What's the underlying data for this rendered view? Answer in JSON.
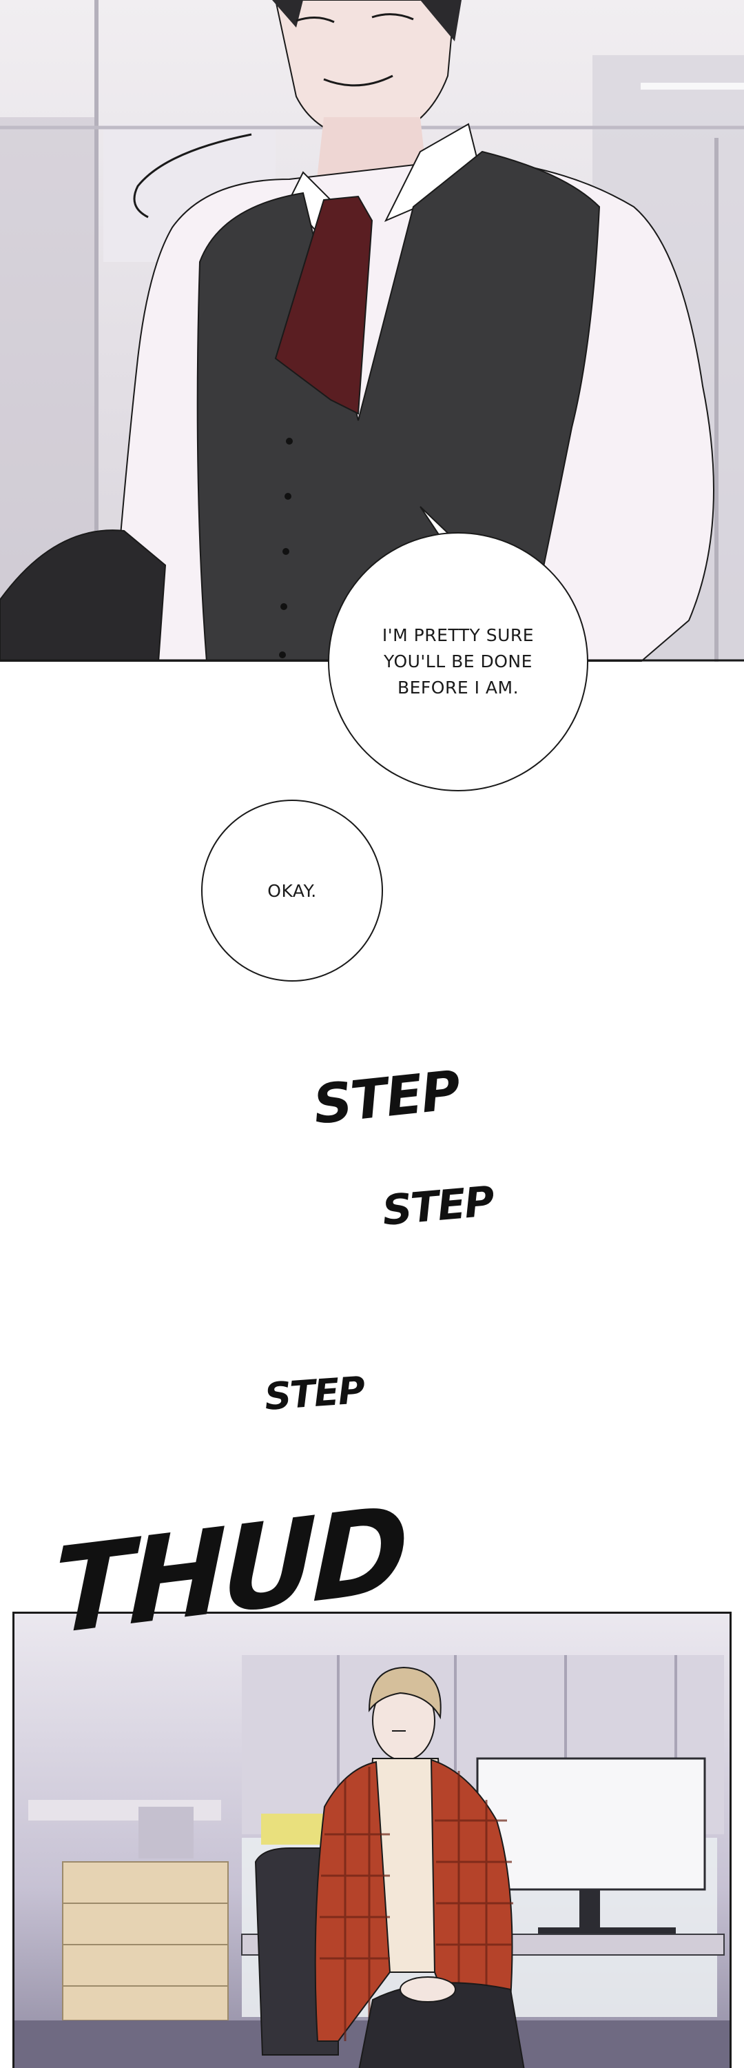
{
  "dialogue": {
    "bubble_1": "I'M PRETTY SURE\nYOU'LL BE DONE\nBEFORE I AM.",
    "bubble_2": "OKAY."
  },
  "sound_effects": {
    "step_1": "STEP",
    "step_2": "STEP",
    "step_3": "STEP",
    "thud": "THUD"
  },
  "colors": {
    "ink": "#1a1a1a",
    "vest": "#3a3a3c",
    "tie": "#5a1e22",
    "shirt": "#f7f1f6",
    "plaid_jacket": "#b5432a"
  }
}
